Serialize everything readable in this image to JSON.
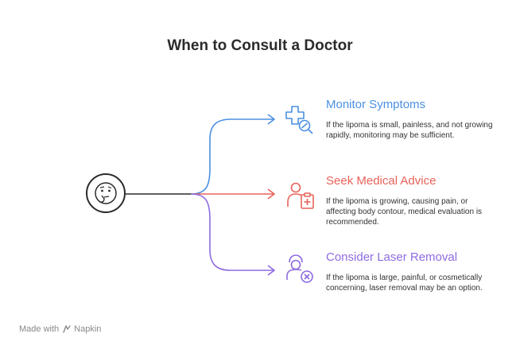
{
  "title": "When to Consult a Doctor",
  "colors": {
    "blue": "#4A90E2",
    "red": "#E8625A",
    "purple": "#8E6BE0",
    "hub": "#2b2b2b"
  },
  "hub": {
    "icon": "thinking-face-icon"
  },
  "branches": [
    {
      "title": "Monitor Symptoms",
      "description": "If the lipoma is small, painless, and not growing rapidly, monitoring may be sufficient.",
      "icon": "medical-cross-search-icon",
      "color": "#4A90E2"
    },
    {
      "title": "Seek Medical Advice",
      "description": "If the lipoma is growing, causing pain, or affecting body contour, medical evaluation is recommended.",
      "icon": "doctor-clipboard-icon",
      "color": "#E8625A"
    },
    {
      "title": "Consider Laser Removal",
      "description": "If the lipoma is large, painful, or cosmetically concerning, laser removal may be an option.",
      "icon": "nurse-cancel-icon",
      "color": "#8E6BE0"
    }
  ],
  "footer": {
    "made_with": "Made with",
    "brand": "Napkin"
  }
}
